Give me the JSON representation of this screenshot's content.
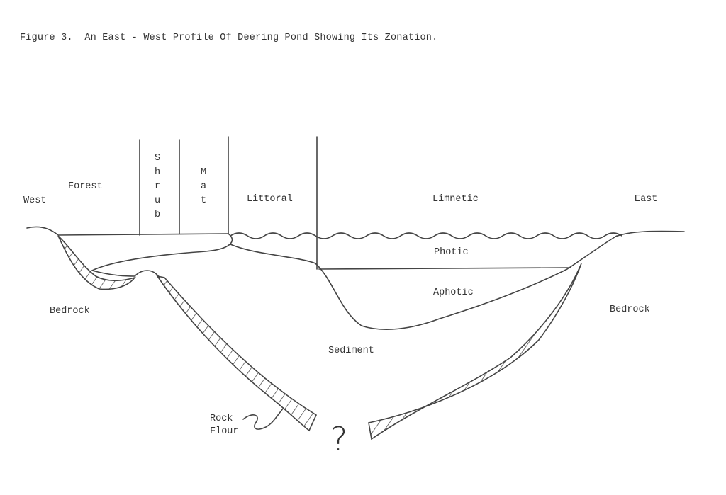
{
  "title": "Figure 3.  An East - West Profile Of Deering Pond Showing Its Zonation.",
  "labels": {
    "west": "West",
    "east": "East",
    "forest": "Forest",
    "shrub": [
      "S",
      "h",
      "r",
      "u",
      "b"
    ],
    "mat": [
      "M",
      "a",
      "t"
    ],
    "littoral": "Littoral",
    "limnetic": "Limnetic",
    "photic": "Photic",
    "aphotic": "Aphotic",
    "bedrock_west": "Bedrock",
    "bedrock_east": "Bedrock",
    "sediment": "Sediment",
    "rock_flour": [
      "Rock",
      "Flour"
    ],
    "unknown": "?"
  }
}
